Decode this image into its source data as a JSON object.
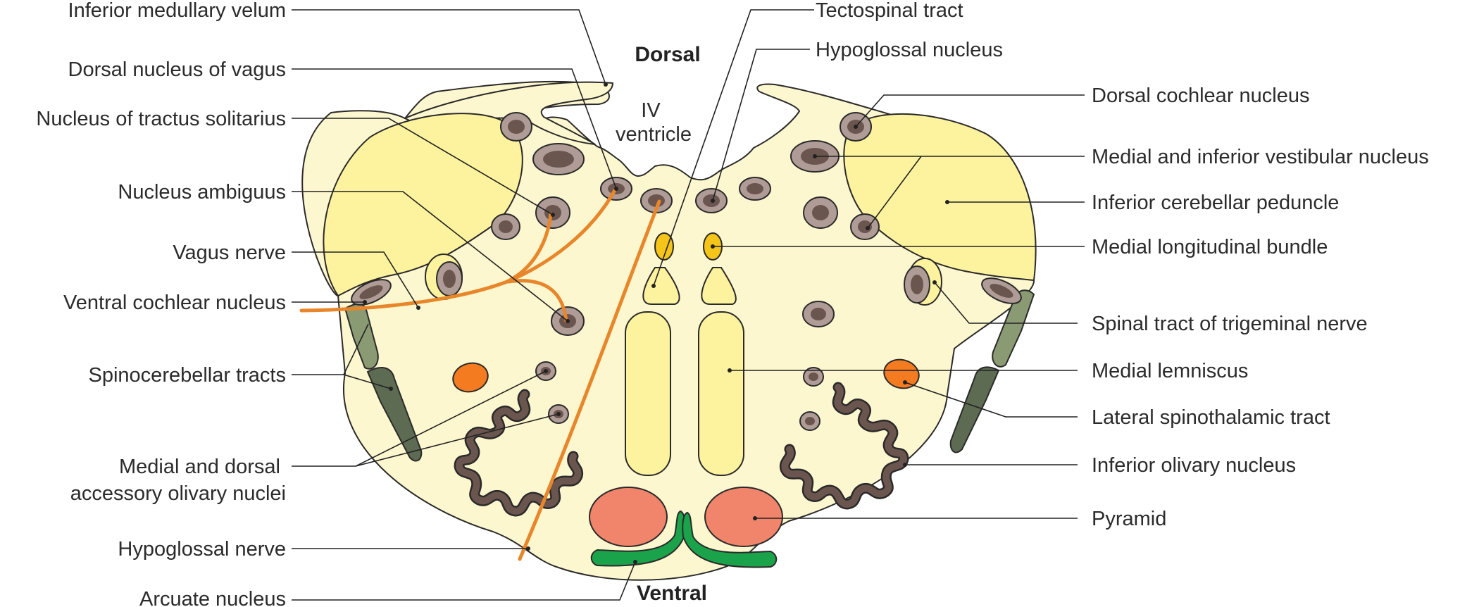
{
  "orientation": {
    "dorsal": "Dorsal",
    "ventral": "Ventral",
    "ventricle": [
      "IV",
      "ventricle"
    ]
  },
  "labels_left": [
    {
      "id": "inferior-medullary-velum",
      "lines": [
        "Inferior medullary velum"
      ]
    },
    {
      "id": "dorsal-nucleus-of-vagus",
      "lines": [
        "Dorsal nucleus of vagus"
      ]
    },
    {
      "id": "nucleus-of-tractus-solitarius",
      "lines": [
        "Nucleus of tractus solitarius"
      ]
    },
    {
      "id": "nucleus-ambiguus",
      "lines": [
        "Nucleus ambiguus"
      ]
    },
    {
      "id": "vagus-nerve",
      "lines": [
        "Vagus nerve"
      ]
    },
    {
      "id": "ventral-cochlear-nucleus",
      "lines": [
        "Ventral cochlear nucleus"
      ]
    },
    {
      "id": "spinocerebellar-tracts",
      "lines": [
        "Spinocerebellar tracts"
      ]
    },
    {
      "id": "medial-and-dorsal-accessory-olivary-nuclei",
      "lines": [
        "Medial and dorsal",
        "accessory olivary nuclei"
      ]
    },
    {
      "id": "hypoglossal-nerve",
      "lines": [
        "Hypoglossal nerve"
      ]
    },
    {
      "id": "arcuate-nucleus",
      "lines": [
        "Arcuate nucleus"
      ]
    }
  ],
  "labels_right": [
    {
      "id": "tectospinal-tract",
      "lines": [
        "Tectospinal tract"
      ]
    },
    {
      "id": "hypoglossal-nucleus",
      "lines": [
        "Hypoglossal nucleus"
      ]
    },
    {
      "id": "dorsal-cochlear-nucleus",
      "lines": [
        "Dorsal cochlear nucleus"
      ]
    },
    {
      "id": "medial-and-inferior-vestibular-nucleus",
      "lines": [
        "Medial and inferior vestibular nucleus"
      ]
    },
    {
      "id": "inferior-cerebellar-peduncle",
      "lines": [
        "Inferior cerebellar peduncle"
      ]
    },
    {
      "id": "medial-longitudinal-bundle",
      "lines": [
        "Medial longitudinal bundle"
      ]
    },
    {
      "id": "spinal-tract-of-trigeminal-nerve",
      "lines": [
        "Spinal tract of trigeminal nerve"
      ]
    },
    {
      "id": "medial-lemniscus",
      "lines": [
        "Medial lemniscus"
      ]
    },
    {
      "id": "lateral-spinothalamic-tract",
      "lines": [
        "Lateral spinothalamic tract"
      ]
    },
    {
      "id": "inferior-olivary-nucleus",
      "lines": [
        "Inferior olivary nucleus"
      ]
    },
    {
      "id": "pyramid",
      "lines": [
        "Pyramid"
      ]
    }
  ],
  "colors": {
    "medulla_fill": "#fdf7cf",
    "peduncle_fill": "#fdf39e",
    "nucleus_outer": "#b09c96",
    "nucleus_inner": "#6b554f",
    "nerve": "#e7862a",
    "mlf": "#f6c51a",
    "tract": "#f47b20",
    "pyramid": "#f0856b",
    "arcuate": "#1aa34a",
    "spinocerebellar_light": "#8a9a72",
    "spinocerebellar_dark": "#5d6b52",
    "olive_fill": "#6b554f"
  }
}
